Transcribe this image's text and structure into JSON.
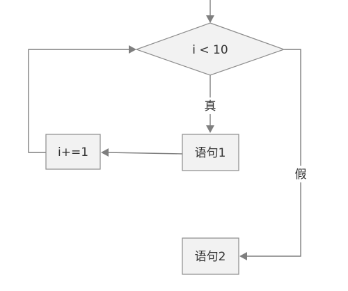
{
  "nodes": {
    "condition": "i < 10",
    "statement1": "语句1",
    "increment": "i+=1",
    "statement2": "语句2"
  },
  "edge_labels": {
    "true_branch": "真",
    "false_branch": "假"
  },
  "colors": {
    "node_fill": "#f2f2f2",
    "node_stroke": "#8c8c8c",
    "edge": "#7f7f7f",
    "text": "#333333"
  }
}
